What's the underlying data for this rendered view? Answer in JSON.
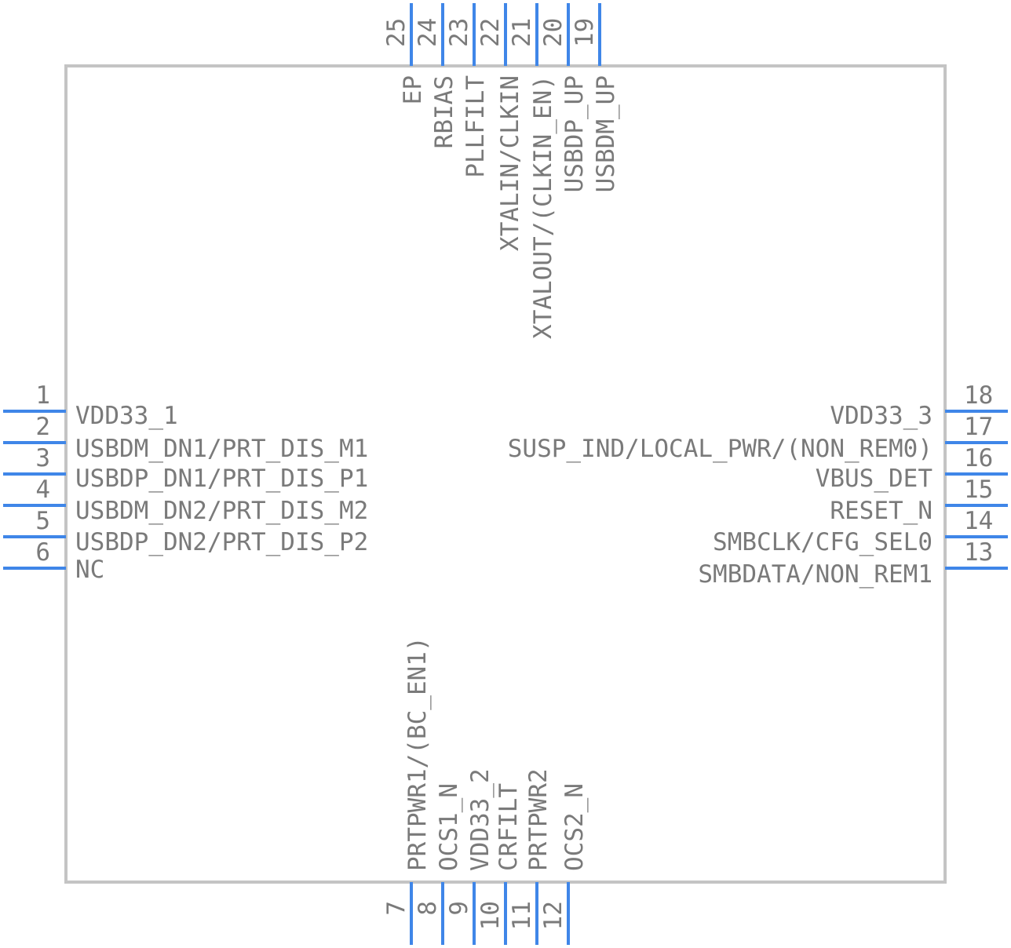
{
  "component": {
    "pins_left": [
      {
        "number": "1",
        "name": "VDD33_1"
      },
      {
        "number": "2",
        "name": "USBDM_DN1/PRT_DIS_M1"
      },
      {
        "number": "3",
        "name": "USBDP_DN1/PRT_DIS_P1"
      },
      {
        "number": "4",
        "name": "USBDM_DN2/PRT_DIS_M2"
      },
      {
        "number": "5",
        "name": "USBDP_DN2/PRT_DIS_P2"
      },
      {
        "number": "6",
        "name": "NC"
      }
    ],
    "pins_right": [
      {
        "number": "18",
        "name": "VDD33_3"
      },
      {
        "number": "17",
        "name": "SUSP_IND/LOCAL_PWR/(NON_REM0)"
      },
      {
        "number": "16",
        "name": "VBUS_DET"
      },
      {
        "number": "15",
        "name": "RESET_N"
      },
      {
        "number": "14",
        "name": "SMBCLK/CFG_SEL0"
      },
      {
        "number": "13",
        "name": "SMBDATA/NON_REM1"
      }
    ],
    "pins_top": [
      {
        "number": "25",
        "name": "EP"
      },
      {
        "number": "24",
        "name": "RBIAS"
      },
      {
        "number": "23",
        "name": "PLLFILT"
      },
      {
        "number": "22",
        "name": "XTALIN/CLKIN"
      },
      {
        "number": "21",
        "name": "XTALOUT/(CLKIN_EN)"
      },
      {
        "number": "20",
        "name": "USBDP_UP"
      },
      {
        "number": "19",
        "name": "USBDM_UP"
      }
    ],
    "pins_bottom": [
      {
        "number": "7",
        "name": "PRTPWR1/(BC_EN1)"
      },
      {
        "number": "8",
        "name": "OCS1_N"
      },
      {
        "number": "9",
        "name": "VDD33_2"
      },
      {
        "number": "10",
        "name": "CRFILT"
      },
      {
        "number": "11",
        "name": "PRTPWR2"
      },
      {
        "number": "12",
        "name": "OCS2_N"
      }
    ],
    "colors": {
      "body_outline": "#c4c4c4",
      "pin": "#3f86e8",
      "text": "#7a7a7a"
    }
  }
}
